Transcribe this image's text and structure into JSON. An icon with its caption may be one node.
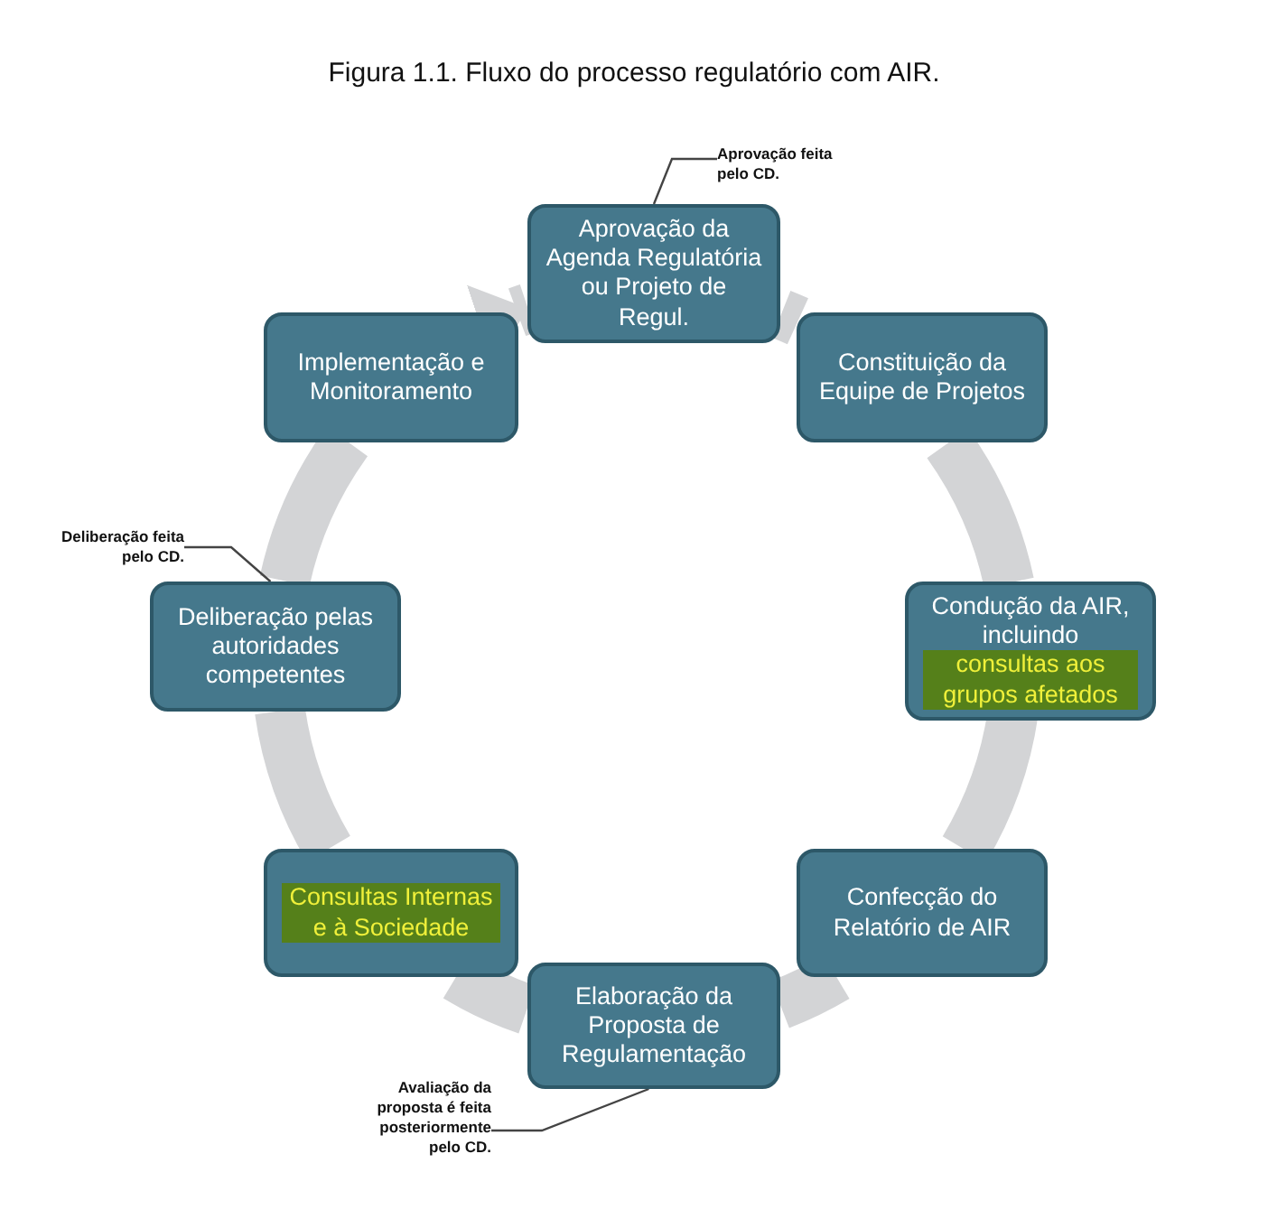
{
  "diagram": {
    "title": "Figura 1.1. Fluxo do processo regulatório com AIR.",
    "nodes": [
      {
        "text": [
          "Aprovação da Agenda Regulatória ou Projeto de Regul."
        ]
      },
      {
        "text": [
          "Constituição da Equipe de Projetos"
        ]
      },
      {
        "text": [
          "Condução da AIR, incluindo",
          "consultas aos grupos afetados"
        ]
      },
      {
        "text": [
          "Confecção do Relatório de AIR"
        ]
      },
      {
        "text": [
          "Elaboração da Proposta de Regulamentação"
        ]
      },
      {
        "text": [
          "Consultas Internas e à Sociedade"
        ]
      },
      {
        "text": [
          "Deliberação pelas autoridades competentes"
        ]
      },
      {
        "text": [
          "Implementação e Monitoramento"
        ]
      },
      {
        "text": [
          "Aprovação feita pelo CD."
        ]
      },
      {
        "text": [
          "Deliberação feita pelo CD."
        ]
      },
      {
        "text": [
          "Avaliação da proposta é feita posteriormente pelo CD."
        ]
      }
    ],
    "edges": [
      {
        "from": 0,
        "to": 1,
        "arrow": "none"
      },
      {
        "from": 1,
        "to": 2,
        "arrow": "none"
      },
      {
        "from": 2,
        "to": 3,
        "arrow": "none"
      },
      {
        "from": 3,
        "to": 4,
        "arrow": "none"
      },
      {
        "from": 4,
        "to": 5,
        "arrow": "none"
      },
      {
        "from": 5,
        "to": 6,
        "arrow": "none"
      },
      {
        "from": 6,
        "to": 7,
        "arrow": "none"
      },
      {
        "from": 7,
        "to": 0,
        "arrow": "to"
      },
      {
        "from": 8,
        "to": 0,
        "arrow": "none",
        "color": "#444444"
      },
      {
        "from": 9,
        "to": 6,
        "arrow": "none",
        "color": "#444444"
      },
      {
        "from": 10,
        "to": 4,
        "arrow": "none",
        "color": "#444444"
      }
    ]
  }
}
